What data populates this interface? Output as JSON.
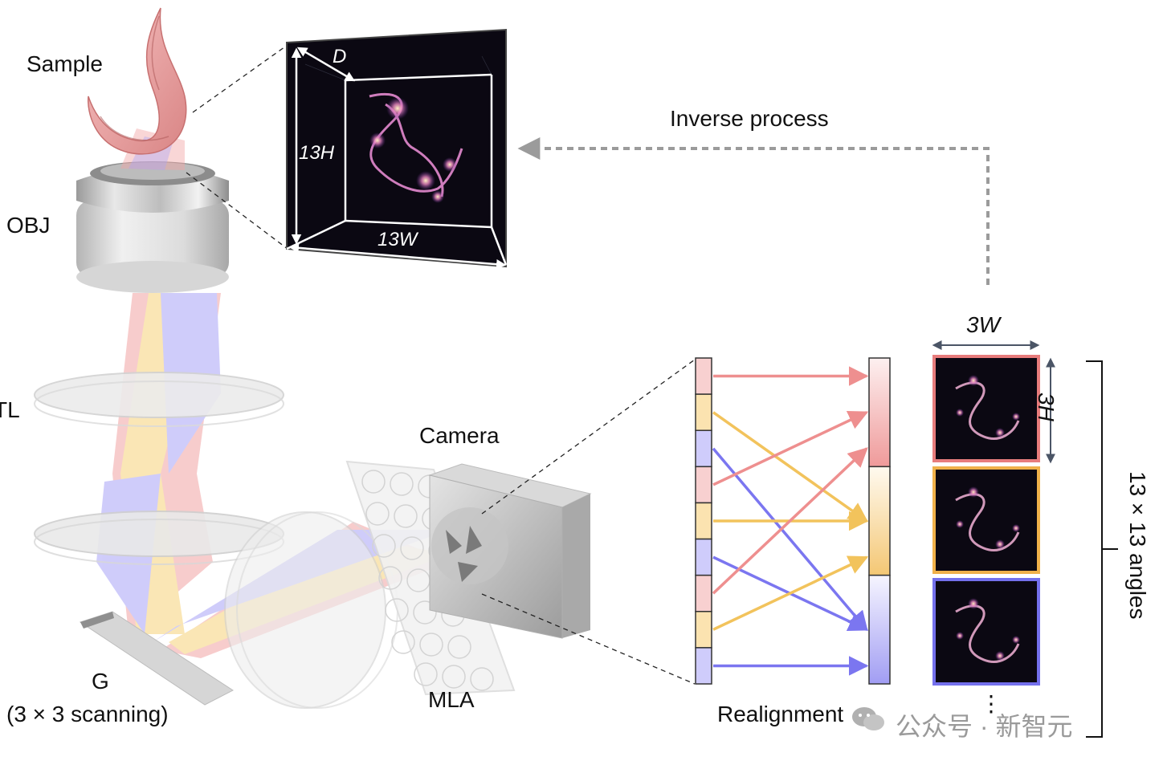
{
  "labels": {
    "sample": "Sample",
    "obj": "OBJ",
    "tl": "TL",
    "g": "G",
    "g_sub": "(3 × 3 scanning)",
    "mla": "MLA",
    "camera": "Camera",
    "inverse_process": "Inverse process",
    "realignment": "Realignment",
    "volume_depth": "D",
    "volume_height": "13H",
    "volume_width": "13W",
    "view_width": "3W",
    "view_height": "3H",
    "angles": "13 × 13  angles",
    "ellipsis": "⋮",
    "watermark": "公众号 · 新智元"
  },
  "colors": {
    "red": "#ee8f8f",
    "yellow": "#f2c35c",
    "blue": "#7b76f0",
    "red_frame": "#e77c7c",
    "yellow_frame": "#f0b14a",
    "blue_frame": "#7470ec",
    "dark_panel": "#0b0812",
    "glow": "#f5b3d8"
  },
  "realignment_cells": [
    "red",
    "yellow",
    "blue",
    "red",
    "yellow",
    "blue",
    "red",
    "yellow",
    "blue"
  ],
  "realignment_arrows": [
    {
      "from": 0,
      "to": 0,
      "color": "red"
    },
    {
      "from": 1,
      "to": 4,
      "color": "yellow"
    },
    {
      "from": 2,
      "to": 7,
      "color": "blue"
    },
    {
      "from": 3,
      "to": 1,
      "color": "red"
    },
    {
      "from": 4,
      "to": 4,
      "color": "yellow"
    },
    {
      "from": 5,
      "to": 7,
      "color": "blue"
    },
    {
      "from": 6,
      "to": 2,
      "color": "red"
    },
    {
      "from": 7,
      "to": 5,
      "color": "yellow"
    },
    {
      "from": 8,
      "to": 8,
      "color": "blue"
    }
  ],
  "view_frames": [
    "red",
    "yellow",
    "blue"
  ]
}
